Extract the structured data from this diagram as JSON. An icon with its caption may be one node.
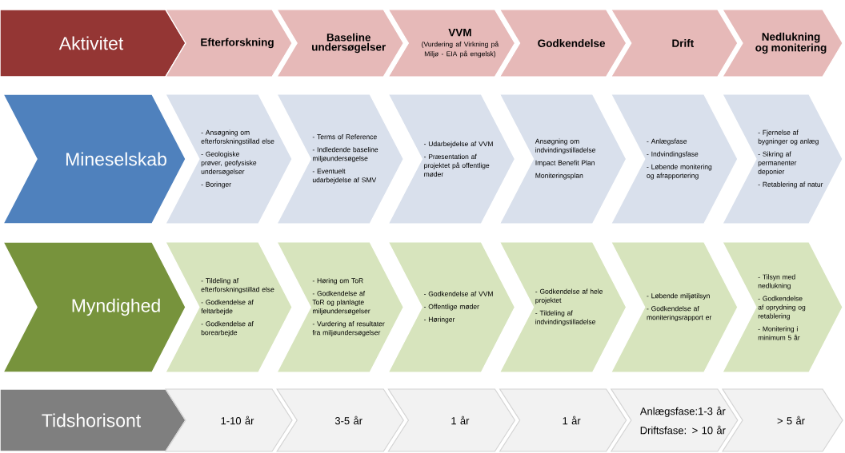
{
  "diagram": {
    "nodes": [
      {
        "text": [
          "Aktivitet"
        ]
      },
      {
        "text": [
          "Efterforskning"
        ]
      },
      {
        "text": [
          "Baseline undersøgelser"
        ]
      },
      {
        "text": [
          "VVM",
          "(Vurdering af Virkning på Miljø - EIA på engelsk)"
        ]
      },
      {
        "text": [
          "Godkendelse"
        ]
      },
      {
        "text": [
          "Drift"
        ]
      },
      {
        "text": [
          "Nedlukning og monitering"
        ]
      },
      {
        "text": [
          "Mineselskab"
        ]
      },
      {
        "text": [
          "- Ansøgning om efterforskningstillad else",
          "- Geologiske prøver, geofysiske undersøgelser",
          "- Boringer"
        ]
      },
      {
        "text": [
          "- Terms of Reference",
          "- Indledende baseline miljøundersøgelse",
          "- Eventuelt udarbejdelse af SMV"
        ]
      },
      {
        "text": [
          "- Udarbejdelse af VVM",
          "- Præsentation af projektet på offentlige møder"
        ]
      },
      {
        "text": [
          "Ansøgning om indvindingstilladelse",
          "Impact Benefit Plan",
          "Moniteringsplan"
        ]
      },
      {
        "text": [
          "- Anlægsfase",
          "- Indvindingsfase",
          "- Løbende monitering og afrapportering"
        ]
      },
      {
        "text": [
          "- Fjernelse af bygninger og anlæg",
          "- Sikring af permanenter deponier",
          "- Retablering af natur"
        ]
      },
      {
        "text": [
          "Myndighed"
        ]
      },
      {
        "text": [
          "- Tildeling af efterforskningstillad else",
          "- Godkendelse af feltarbejde",
          "- Godkendelse af borearbejde"
        ]
      },
      {
        "text": [
          "- Høring om ToR",
          "- Godkendelse af ToR og planlagte miljøundersøgelser",
          "- Vurdering af resultater fra miljøundersøgelser"
        ]
      },
      {
        "text": [
          "- Godkendelse af VVM",
          "- Offentlige møder",
          "- Høringer"
        ]
      },
      {
        "text": [
          "- Godkendelse af hele projektet",
          "- Tildeling af indvindingstilladelse"
        ]
      },
      {
        "text": [
          "- Løbende miljøtilsyn",
          "- Godkendelse af moniteringsrapport er"
        ]
      },
      {
        "text": [
          "- Tilsyn med nedlukning",
          "- Godkendelse af oprydning og retablering",
          "- Monitering i minimum 5 år"
        ]
      },
      {
        "text": [
          "Tidshorisont"
        ]
      },
      {
        "text": [
          "1-10 år"
        ]
      },
      {
        "text": [
          "3-5 år"
        ]
      },
      {
        "text": [
          "1 år"
        ]
      },
      {
        "text": [
          "1 år"
        ]
      },
      {
        "text": [
          "Anlægsfase:1-3 år",
          "Driftsfase: > 10 år"
        ]
      },
      {
        "text": [
          "> 5 år"
        ]
      }
    ]
  }
}
